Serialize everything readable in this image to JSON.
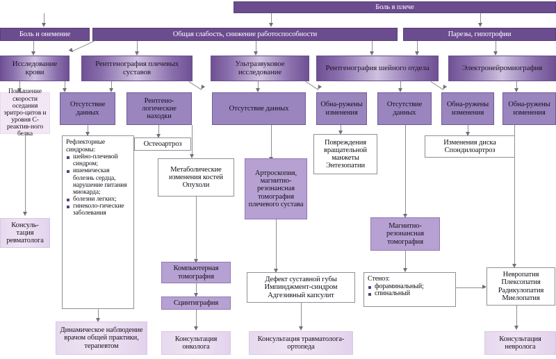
{
  "diagram": {
    "title": "Боль в плече",
    "level2": [
      {
        "label": "Боль и онемение"
      },
      {
        "label": "Общая слабость, снижение работоспособности"
      },
      {
        "label": "Парезы, гипотрофии"
      }
    ],
    "level3": [
      {
        "label": "Исследование крови"
      },
      {
        "label": "Рентгенография плечевых суставов"
      },
      {
        "label": "Ультразвуковое исследование"
      },
      {
        "label": "Рентгенография шейного отдела"
      },
      {
        "label": "Электронейромиография"
      }
    ],
    "level4": [
      {
        "label": "Повышение скорости оседания эритро-цитов и уровня С-реактив-ного белка"
      },
      {
        "label": "Отсутствие данных"
      },
      {
        "label": "Рентгено-логические находки"
      },
      {
        "label": "Отсутствие данных"
      },
      {
        "label": "Обна-ружены изменения"
      },
      {
        "label": "Отсутствие данных"
      },
      {
        "label": "Обна-ружены изменения"
      },
      {
        "label": "Обна-ружены изменения"
      }
    ],
    "findings": {
      "osteoarthrosis": "Остеоартроз",
      "metabolic": "Метаболические изменения костей Опухоли",
      "arthroscopy": "Артроскопия, магнитно-резонансная томография плечевого сустава",
      "rotator_cuff": "Повреждения вращательной манжеты Энтезопатии",
      "disc": "Изменения диска Спондилоартроз",
      "mri": "Магнитно-резонансная томография",
      "ct": "Компьютерная томография",
      "scinti": "Сцинтиграфия",
      "labrum": "Дефект суставной губы Импинджмент-синдром Адгезивный капсулит",
      "neuro": "Невропатия Плексопатия Радикулопатия Миелопатия"
    },
    "reflex": {
      "heading": "Рефлекторные синдромы:",
      "items": [
        "шейно-плечевой синдром;",
        "ишемическая болезнь сердца, нарушение питания миокарда;",
        "болезни легких;",
        "гинеколо-гические заболевания"
      ]
    },
    "stenosis": {
      "heading": "Стеноз:",
      "items": [
        "фораминальный;",
        "спинальный"
      ]
    },
    "consultations": {
      "rheumatologist": "Консуль-тация ревматолога",
      "gp": "Динамическое наблюдение врачом общей практики, терапевтом",
      "oncologist": "Консультация онколога",
      "orthopedist": "Консультация травматолога-ортопеда",
      "neurologist": "Консультация невролога"
    },
    "colors": {
      "dark_purple": "#6b4c8e",
      "mid_lilac": "#9a85bf",
      "light_lilac": "#b6a1d2",
      "pale_pink": "#efe3f4",
      "connector_gray": "#8d8d95"
    }
  }
}
